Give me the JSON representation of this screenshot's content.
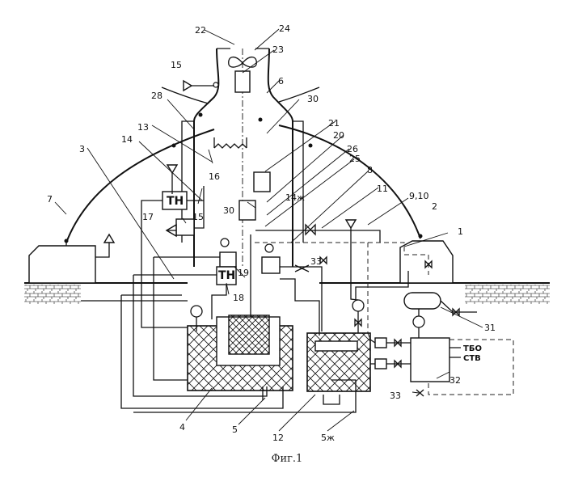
{
  "labels": {
    "n1": "1",
    "n2": "2",
    "n3": "3",
    "n4": "4",
    "n5": "5",
    "n5s": "5ж",
    "n6": "6",
    "n7": "7",
    "n8": "8",
    "n910": "9,10",
    "n11": "11",
    "n12": "12",
    "n13": "13",
    "n14": "14",
    "n14s": "14ж",
    "n15a": "15",
    "n15b": "15",
    "n16": "16",
    "n17": "17",
    "n18": "18",
    "n19": "19",
    "n20": "20",
    "n21": "21",
    "n22": "22",
    "n23": "23",
    "n24": "24",
    "n25": "25",
    "n26": "26",
    "n28": "28",
    "n30a": "30",
    "n30b": "30",
    "n31": "31",
    "n32": "32",
    "n33a": "33",
    "n33b": "33"
  },
  "blocks": {
    "tn_upper": "ТН",
    "tn_lower": "ТН",
    "tbo": "ТБО",
    "stv": "СТВ"
  },
  "caption": "Фиг.1"
}
